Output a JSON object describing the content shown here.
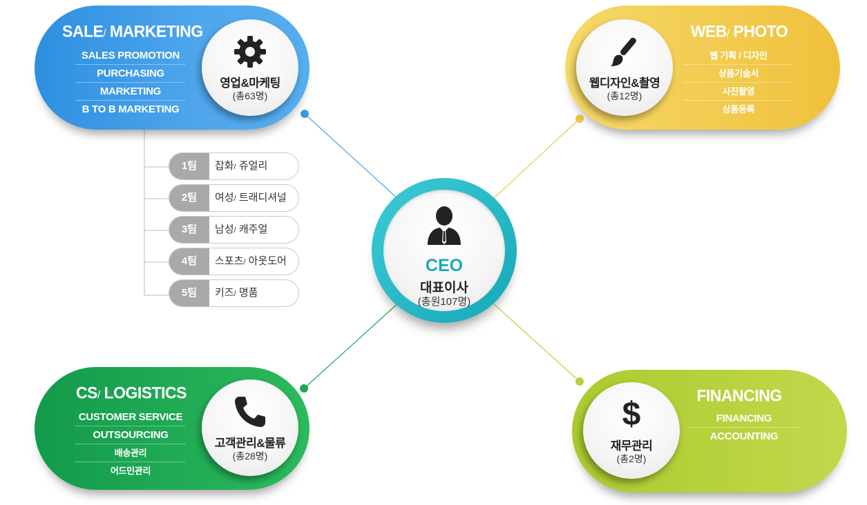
{
  "ceo": {
    "title": "CEO",
    "subtitle": "대표이사",
    "count": "(총원107명)",
    "accent": "#1aa9ba"
  },
  "sale": {
    "title_main": "SALE",
    "title_sep": "/",
    "title_rest": "MARKETING",
    "items": [
      "SALES PROMOTION",
      "PURCHASING",
      "MARKETING",
      "B TO B MARKETING"
    ],
    "name": "영업&마케팅",
    "count": "(총63명)",
    "icon": "gear-icon",
    "color": "#3b99e4"
  },
  "web": {
    "title_main": "WEB",
    "title_sep": "/",
    "title_rest": "PHOTO",
    "items": [
      "웹 기획 / 디자인",
      "상품기술서",
      "사진촬영",
      "상품등록"
    ],
    "name": "웹디자인&촬영",
    "count": "(총12명)",
    "icon": "paintbrush-icon",
    "color": "#f0c745"
  },
  "cs": {
    "title_main": "CS",
    "title_sep": "/",
    "title_rest": "LOGISTICS",
    "items": [
      "CUSTOMER SERVICE",
      "OUTSOURCING",
      "배송관리",
      "어드민관리"
    ],
    "name": "고객관리&물류",
    "count": "(총28명)",
    "icon": "phone-icon",
    "color": "#1da653"
  },
  "fin": {
    "title": "FINANCING",
    "items": [
      "FINANCING",
      "ACCOUNTING"
    ],
    "name": "재무관리",
    "count": "(총2명)",
    "icon": "dollar-icon",
    "color": "#b7d13c"
  },
  "teams": [
    {
      "badge": "1팀",
      "cat": "잡화",
      "sep": "/",
      "sub": "쥬얼리"
    },
    {
      "badge": "2팀",
      "cat": "여성",
      "sep": "/",
      "sub": "트래디셔널"
    },
    {
      "badge": "3팀",
      "cat": "남성",
      "sep": "/",
      "sub": "캐주얼"
    },
    {
      "badge": "4팀",
      "cat": "스포츠",
      "sep": "/",
      "sub": "아웃도어"
    },
    {
      "badge": "5팀",
      "cat": "키즈",
      "sep": "/",
      "sub": "명품"
    }
  ]
}
